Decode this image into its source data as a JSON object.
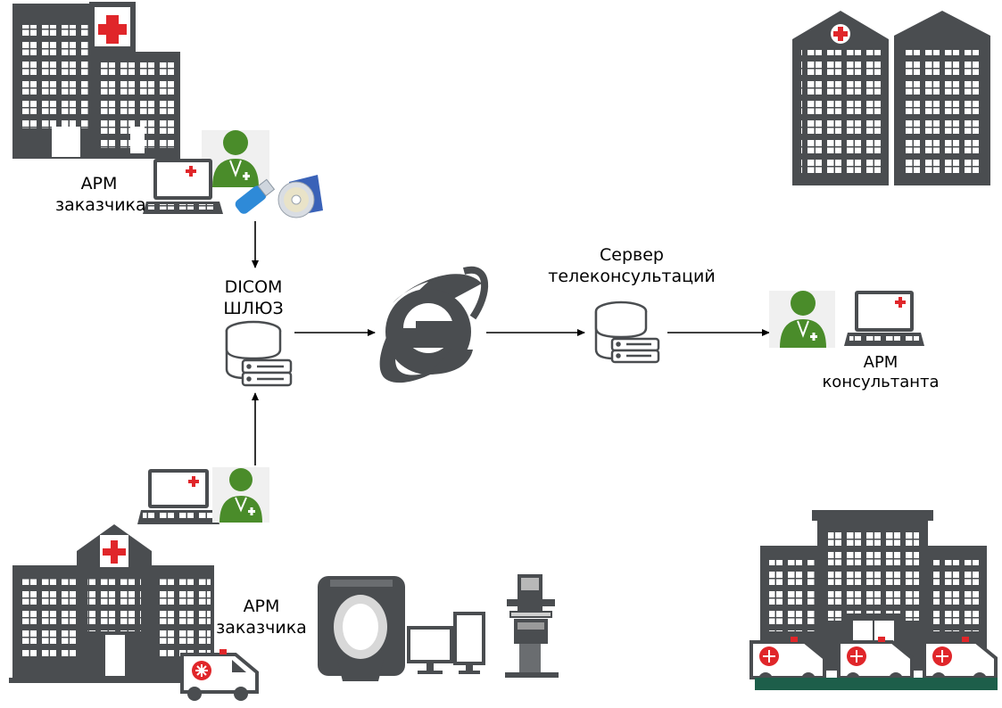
{
  "labels": {
    "customer_top": [
      "АРМ",
      "заказчика"
    ],
    "dicom_gateway": [
      "DICOM",
      "ШЛЮЗ"
    ],
    "server": [
      "Сервер",
      "телеконсультаций"
    ],
    "consultant": [
      "АРМ",
      "консультанта"
    ],
    "customer_bottom": [
      "АРМ",
      "заказчика"
    ]
  },
  "icons": {
    "hospital": "hospital-icon",
    "doctor": "doctor-icon",
    "laptop": "laptop-icon",
    "database": "database-icon",
    "internet": "internet-explorer-icon",
    "usb": "usb-flash-icon",
    "disc": "cd-disc-icon",
    "ambulance": "ambulance-icon",
    "ct_scanner": "ct-scanner-icon",
    "monitor": "monitor-icon",
    "xray": "xray-machine-icon"
  },
  "colors": {
    "building": "#4a4d50",
    "cross": "#e0262a",
    "doctor": "#4a8c2a",
    "line": "#000000",
    "usb": "#2e8ad8",
    "ground": "#1d5e4a"
  }
}
